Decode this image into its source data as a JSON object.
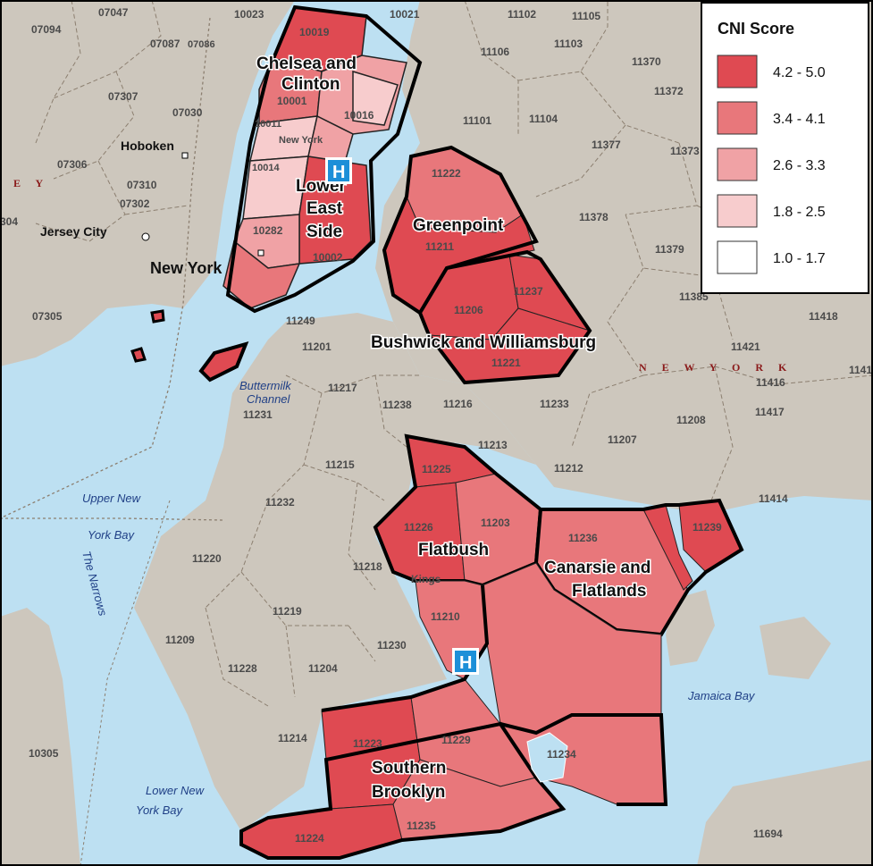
{
  "legend": {
    "title": "CNI Score",
    "classes": [
      {
        "label": "4.2 - 5.0",
        "color": "#df4a52"
      },
      {
        "label": "3.4 - 4.1",
        "color": "#e8777b"
      },
      {
        "label": "2.6 - 3.3",
        "color": "#f0a2a5"
      },
      {
        "label": "1.8 - 2.5",
        "color": "#f7cccd"
      },
      {
        "label": "1.0 - 1.7",
        "color": "#ffffff"
      }
    ]
  },
  "colors": {
    "land": "#cdc7bd",
    "water": "#bde0f2",
    "outline": "#000000",
    "boundary": "#8c7f70"
  },
  "areas": {
    "chelsea": "Chelsea and",
    "chelsea2": "Clinton",
    "les": "Lower",
    "les2": "East",
    "les3": "Side",
    "greenpoint": "Greenpoint",
    "bushwick": "Bushwick and Williamsburg",
    "flatbush": "Flatbush",
    "canarsie": "Canarsie and",
    "canarsie2": "Flatlands",
    "southern": "Southern",
    "southern2": "Brooklyn"
  },
  "places": {
    "hoboken": "Hoboken",
    "jersey_city": "Jersey City",
    "new_york": "New York",
    "new_york_small": "New York",
    "kings": "Kings",
    "state_ny": "N E W   Y O R K",
    "state_nj": "E Y"
  },
  "water": {
    "buttermilk": "Buttermilk",
    "buttermilk2": "Channel",
    "upper_bay": "Upper New",
    "upper_bay2": "York Bay",
    "narrows": "The Narrows",
    "lower_bay": "Lower New",
    "lower_bay2": "York Bay",
    "jamaica": "Jamaica Bay"
  },
  "hospital": "H",
  "zips": {
    "z07047": "07047",
    "z10023": "10023",
    "z10021": "10021",
    "z11102": "11102",
    "z11105": "11105",
    "z07094": "07094",
    "z07087": "07087",
    "z07086": "07086",
    "z11106": "11106",
    "z11103": "11103",
    "z11370": "11370",
    "z07307": "07307",
    "z07030": "07030",
    "z11372": "11372",
    "z11101": "11101",
    "z11104": "11104",
    "z07306": "07306",
    "z07310": "07310",
    "z07302": "07302",
    "z11377": "11377",
    "z11373": "11373",
    "z304": "304",
    "z11378": "11378",
    "z11379": "11379",
    "z11385": "11385",
    "z11418": "11418",
    "z07305": "07305",
    "z11249": "11249",
    "z11201": "11201",
    "z11421": "11421",
    "z11416": "11416",
    "z1141": "1141",
    "z11217": "11217",
    "z11238": "11238",
    "z11216": "11216",
    "z11233": "11233",
    "z11208": "11208",
    "z11417": "11417",
    "z11231": "11231",
    "z11213": "11213",
    "z11207": "11207",
    "z11215": "11215",
    "z11212": "11212",
    "z11232": "11232",
    "z11414": "11414",
    "z11220": "11220",
    "z11218": "11218",
    "z11219": "11219",
    "z11230": "11230",
    "z11209": "11209",
    "z11228": "11228",
    "z11204": "11204",
    "z11214": "11214",
    "z10305": "10305",
    "z11694": "11694",
    "z10019": "10019",
    "z10001": "10001",
    "z10016": "10016",
    "z10011": "10011",
    "z10014": "10014",
    "z10282": "10282",
    "z10002": "10002",
    "z11222": "11222",
    "z11211": "11211",
    "z11237": "11237",
    "z11206": "11206",
    "z11221": "11221",
    "z11225": "11225",
    "z11226": "11226",
    "z11203": "11203",
    "z11210": "11210",
    "z11236": "11236",
    "z11239": "11239",
    "z11223": "11223",
    "z11229": "11229",
    "z11234": "11234",
    "z11235": "11235",
    "z11224": "11224"
  }
}
